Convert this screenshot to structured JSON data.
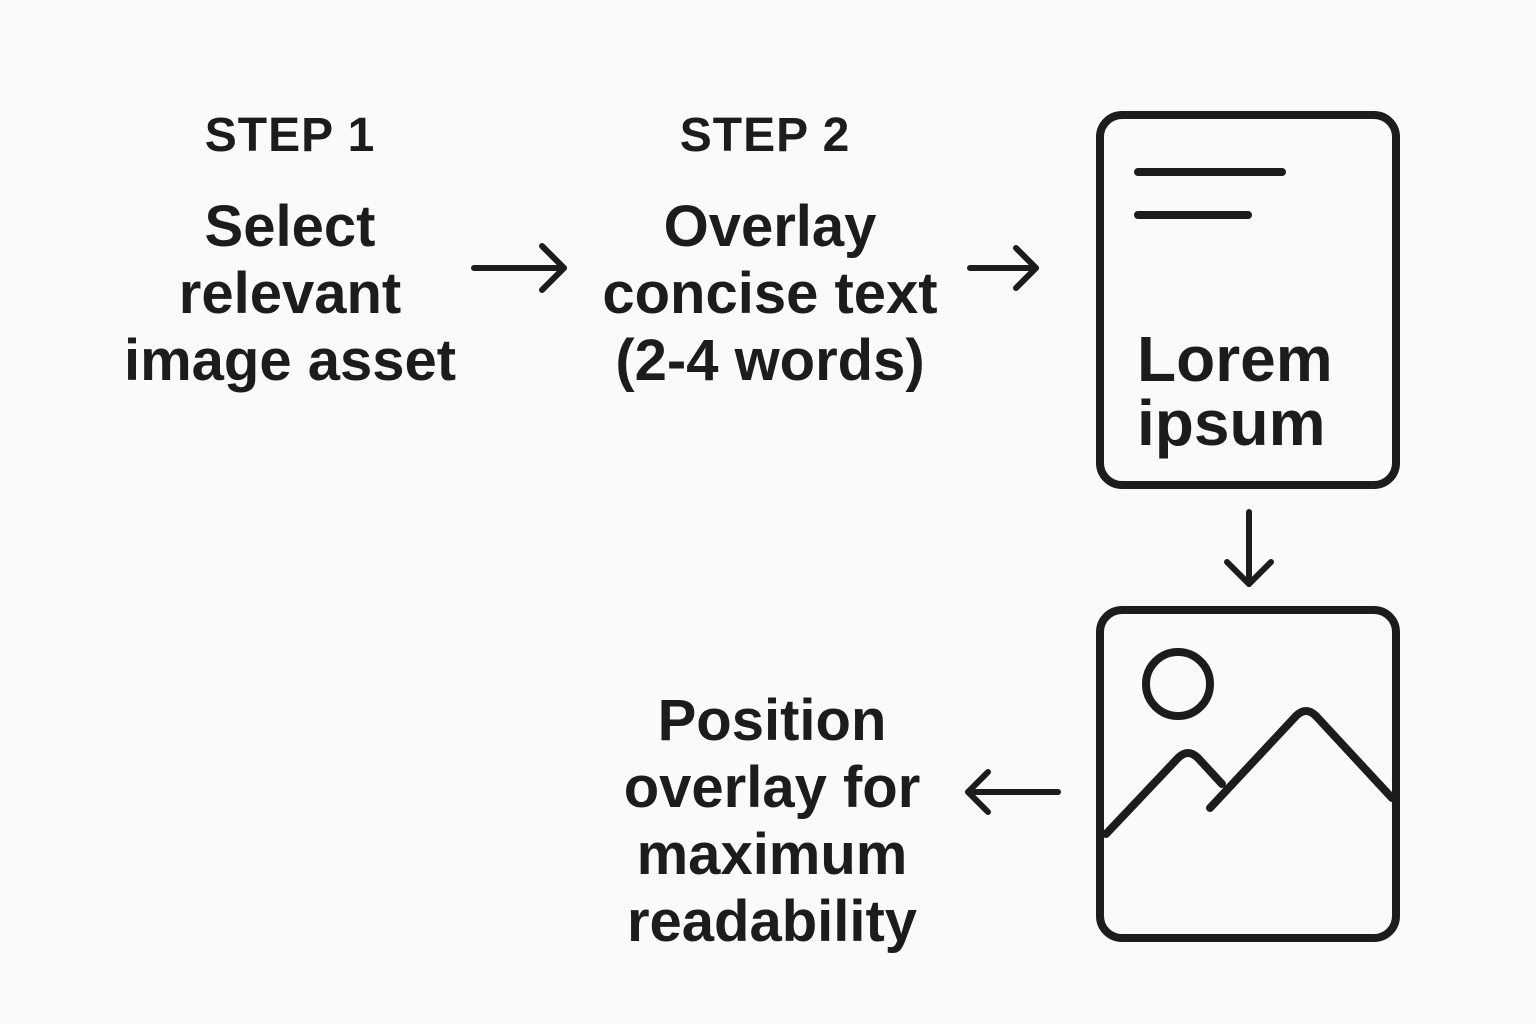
{
  "steps": [
    {
      "label": "STEP 1",
      "description": [
        "Select",
        "relevant",
        "image asset"
      ]
    },
    {
      "label": "STEP 2",
      "description": [
        "Overlay",
        "concise text",
        "(2-4 words)"
      ]
    },
    {
      "label": "",
      "description": [
        "Position",
        "overlay for",
        "maximum",
        "readability"
      ]
    }
  ],
  "document_icon": {
    "text": [
      "Lorem",
      "ipsum"
    ]
  },
  "icons": {
    "document": "document-icon",
    "image": "image-icon",
    "arrow_right": "arrow-right-icon",
    "arrow_down": "arrow-down-icon",
    "arrow_left": "arrow-left-icon"
  },
  "colors": {
    "background": "#fafafa",
    "ink": "#1c1c1c"
  }
}
